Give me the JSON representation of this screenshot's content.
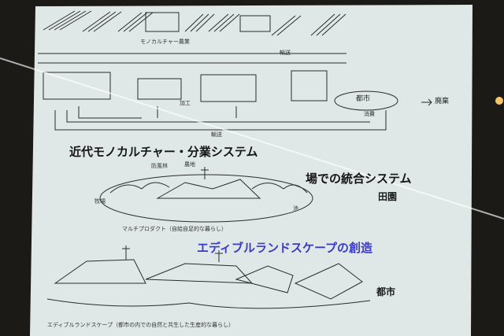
{
  "slide": {
    "colors": {
      "background": "#1c1a17",
      "screen": "#dfe8e6",
      "ink": "#1d1d1d",
      "accent": "#3a3ac8"
    },
    "top": {
      "monoculture_label": "モノカルチャー農業",
      "transport_top": "輸送",
      "processing": "加工",
      "transport_bottom": "輸送",
      "city": "都市",
      "waste": "廃棄",
      "consumption": "消費"
    },
    "middle": {
      "heading_modern": "近代モノカルチャー・分業システム",
      "heading_local": "場での統合システム",
      "windbreak": "防風林",
      "farmland": "農地",
      "pasture": "牧場",
      "pond": "池",
      "countryside": "田園",
      "caption": "マルチプロダクト（自給自足的な暮らし）"
    },
    "bottom": {
      "heading_edible": "エディブルランドスケープの創造",
      "city": "都市",
      "caption": "エディブルランドスケープ（都市の内での自然と共生した生産的な暮らし）"
    }
  }
}
